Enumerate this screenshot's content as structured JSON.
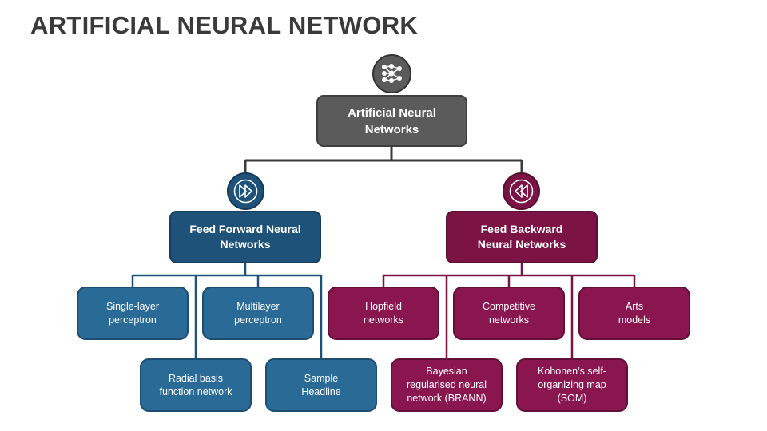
{
  "title": "ARTIFICIAL NEURAL NETWORK",
  "root": {
    "label": "Artificial Neural\nNetworks",
    "icon": "neural-network-icon",
    "color": "#5b5b5b"
  },
  "feed_forward": {
    "label": "Feed Forward Neural\nNetworks",
    "icon": "fast-forward-icon",
    "color": "#1f5278",
    "children": [
      "Single-layer\nperceptron",
      "Multilayer\nperceptron",
      "Radial basis\nfunction network",
      "Sample\nHeadline"
    ]
  },
  "feed_backward": {
    "label": "Feed Backward\nNeural Networks",
    "icon": "rewind-icon",
    "color": "#7b1444",
    "children": [
      "Hopfield\nnetworks",
      "Competitive\nnetworks",
      "Arts\nmodels",
      "Bayesian\nregularised neural\nnetwork (BRANN)",
      "Kohonen’s self-\norganizing map\n(SOM)"
    ]
  }
}
